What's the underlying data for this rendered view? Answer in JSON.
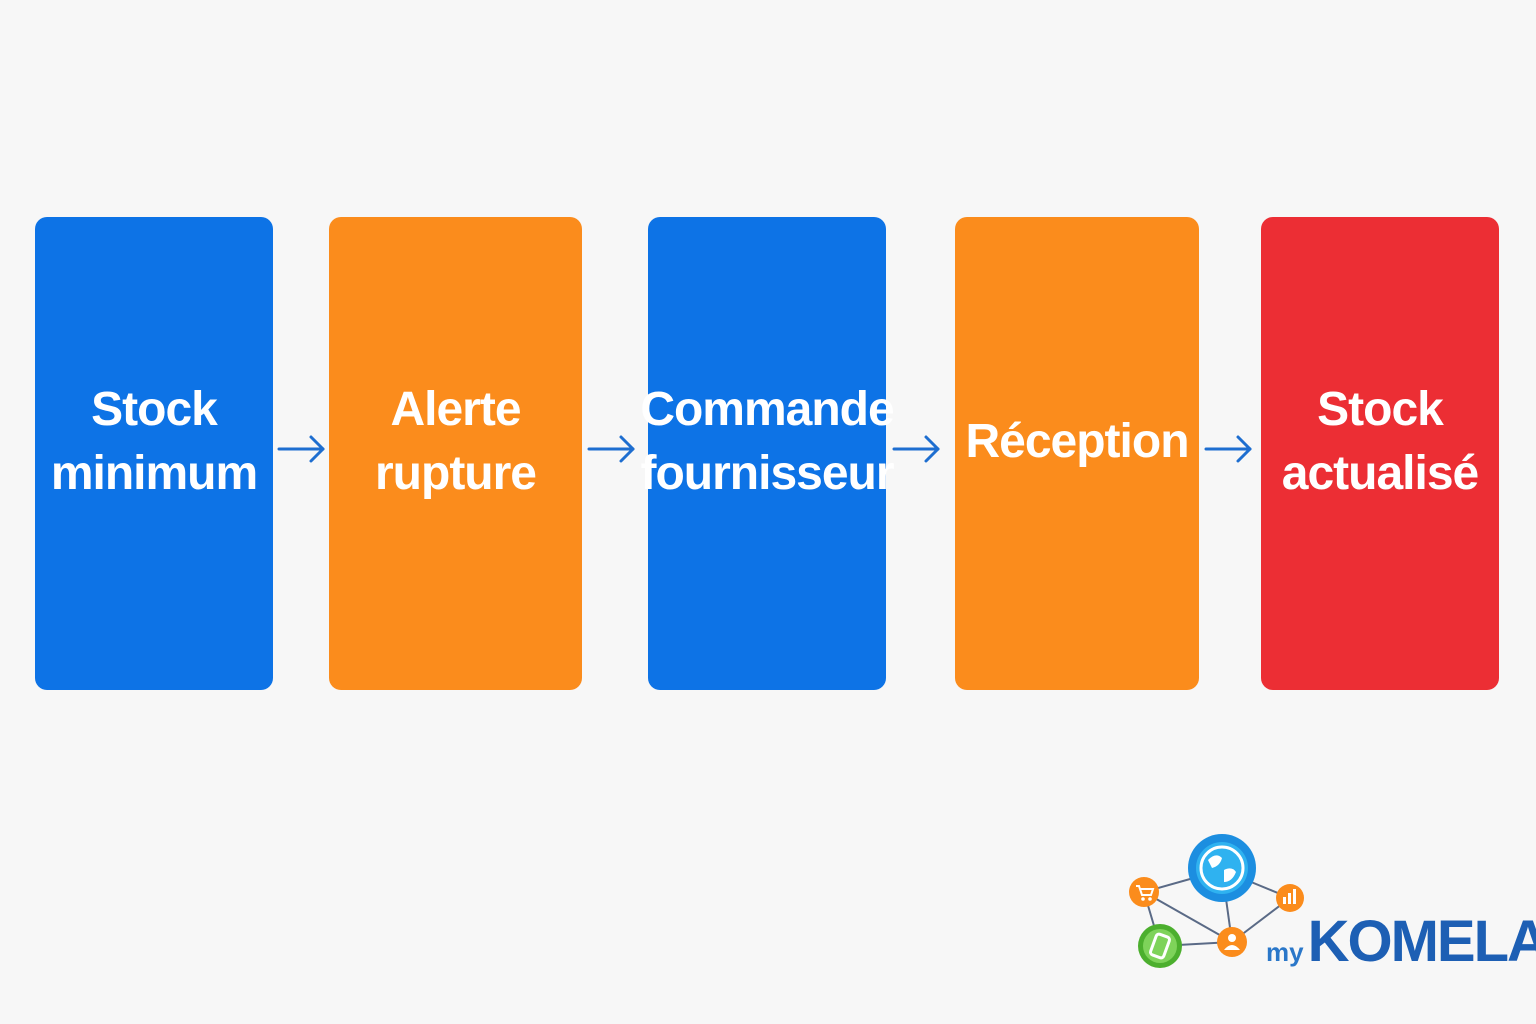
{
  "steps": [
    {
      "lines": [
        "Stock",
        "minimum"
      ],
      "color": "#0d73e6"
    },
    {
      "lines": [
        "Alerte",
        "rupture"
      ],
      "color": "#fb8c1c"
    },
    {
      "lines": [
        "Commande",
        "fournisseur"
      ],
      "color": "#0d73e6"
    },
    {
      "lines": [
        "Réception"
      ],
      "color": "#fb8c1c"
    },
    {
      "lines": [
        "Stock",
        "actualisé"
      ],
      "color": "#ec2e34"
    }
  ],
  "arrow_color": "#1e6ed0",
  "logo": {
    "prefix": "my",
    "brand": "KOMELA",
    "icons": [
      "globe-icon",
      "cart-icon",
      "chart-icon",
      "phone-icon",
      "user-icon"
    ]
  }
}
